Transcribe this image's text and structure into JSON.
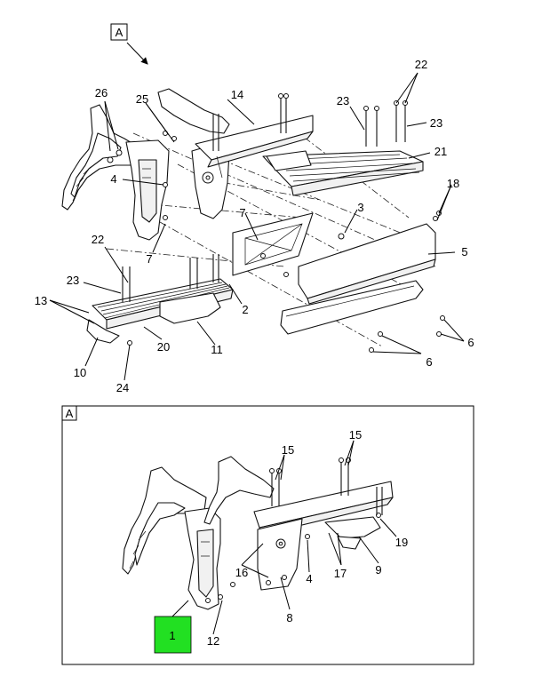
{
  "diagram": {
    "view_label_top": "A",
    "detail_label": "A",
    "highlight_color": "#22e022",
    "callouts": {
      "c1": "1",
      "c2": "2",
      "c3": "3",
      "c4": "4",
      "c4b": "4",
      "c5": "5",
      "c6a": "6",
      "c6b": "6",
      "c7a": "7",
      "c7b": "7",
      "c8": "8",
      "c9": "9",
      "c10": "10",
      "c11": "11",
      "c12": "12",
      "c13": "13",
      "c14": "14",
      "c15a": "15",
      "c15b": "15",
      "c16": "16",
      "c17": "17",
      "c18": "18",
      "c19": "19",
      "c20": "20",
      "c21": "21",
      "c22a": "22",
      "c22b": "22",
      "c23a": "23",
      "c23b": "23",
      "c23c": "23",
      "c24": "24",
      "c25": "25",
      "c26": "26"
    }
  }
}
